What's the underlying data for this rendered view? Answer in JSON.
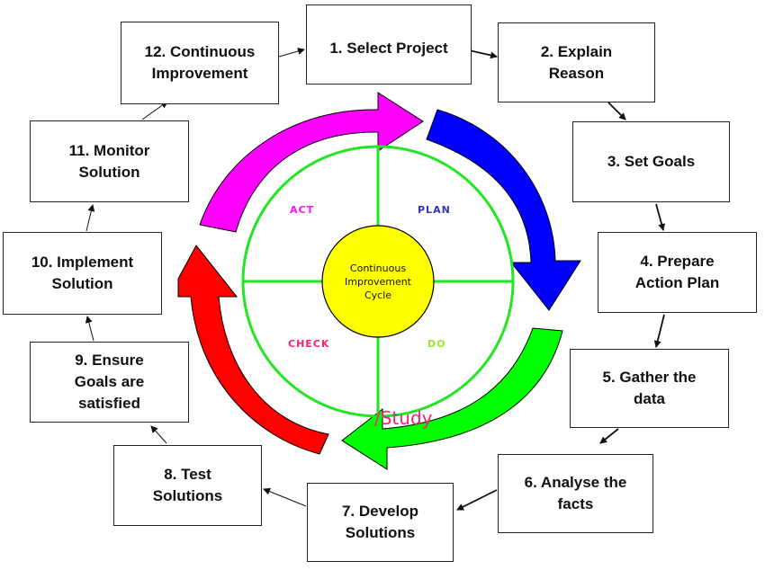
{
  "diagram": {
    "center": {
      "label": "Continuous\nImprovement\nCycle",
      "fill": "#ffff00"
    },
    "ring_color": "#22e622",
    "quadrants": [
      {
        "id": "act",
        "label": "ACT",
        "color": "#ff10ff"
      },
      {
        "id": "plan",
        "label": "PLAN",
        "color": "#3333cc"
      },
      {
        "id": "check",
        "label": "CHECK",
        "color": "#ff1f6f"
      },
      {
        "id": "do",
        "label": "DO",
        "color": "#99e633"
      }
    ],
    "study_label": "/Study",
    "cycle_arrows": [
      {
        "id": "act-arrow",
        "color": "#ff00ff"
      },
      {
        "id": "plan-arrow",
        "color": "#0000ff"
      },
      {
        "id": "do-arrow",
        "color": "#00ff00"
      },
      {
        "id": "check-arrow",
        "color": "#ff0000"
      }
    ],
    "steps": [
      {
        "number": 1,
        "label": "1. Select Project"
      },
      {
        "number": 2,
        "label": "2. Explain\nReason"
      },
      {
        "number": 3,
        "label": "3. Set Goals"
      },
      {
        "number": 4,
        "label": "4. Prepare\nAction Plan"
      },
      {
        "number": 5,
        "label": "5. Gather the\ndata"
      },
      {
        "number": 6,
        "label": "6. Analyse the\nfacts"
      },
      {
        "number": 7,
        "label": "7. Develop\nSolutions"
      },
      {
        "number": 8,
        "label": "8. Test\nSolutions"
      },
      {
        "number": 9,
        "label": "9. Ensure\nGoals are\nsatisfied"
      },
      {
        "number": 10,
        "label": "10. Implement\nSolution"
      },
      {
        "number": 11,
        "label": "11. Monitor\nSolution"
      },
      {
        "number": 12,
        "label": "12. Continuous\nImprovement"
      }
    ]
  }
}
